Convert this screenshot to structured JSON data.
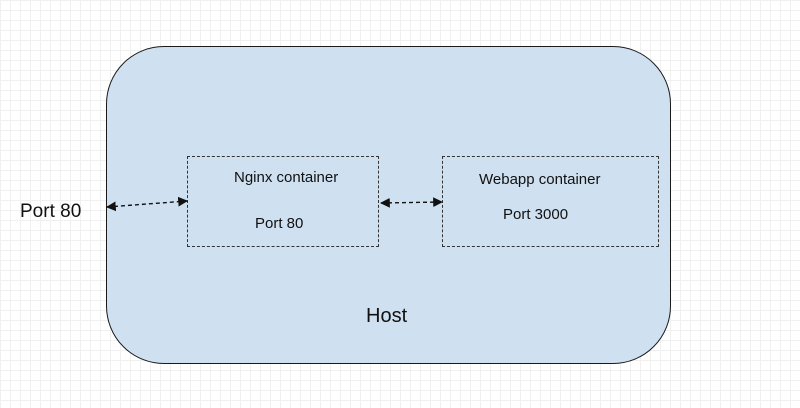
{
  "external_port": "Port 80",
  "host": {
    "label": "Host",
    "fill_color": "#cfe0f1"
  },
  "nginx": {
    "title": "Nginx container",
    "port": "Port 80"
  },
  "webapp": {
    "title": "Webapp container",
    "port": "Port 3000"
  },
  "connectors": [
    {
      "from": "external_port",
      "to": "nginx",
      "style": "dashed",
      "direction": "bidirectional"
    },
    {
      "from": "nginx",
      "to": "webapp",
      "style": "dashed",
      "direction": "bidirectional"
    }
  ]
}
